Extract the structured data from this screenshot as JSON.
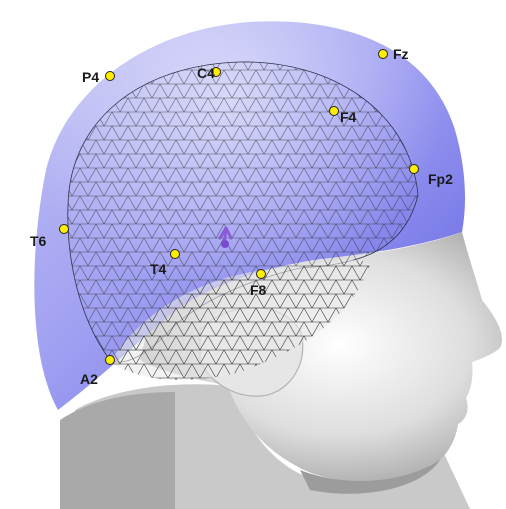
{
  "image": {
    "subject": "head-model-eeg-electrodes",
    "colors": {
      "background": "#ffffff",
      "head_surface": "#d8d8d8",
      "head_shadow": "#9a9a9a",
      "scalp_overlay": "#6a6ae8",
      "mesh_lines": "#222222",
      "electrode": "#ffee00",
      "electrode_outline": "#222222",
      "dipole_marker": "#8a5ad8"
    }
  },
  "electrodes": [
    {
      "id": "Fz",
      "label": "Fz"
    },
    {
      "id": "C4",
      "label": "C4"
    },
    {
      "id": "P4",
      "label": "P4"
    },
    {
      "id": "F4",
      "label": "F4"
    },
    {
      "id": "Fp2",
      "label": "Fp2"
    },
    {
      "id": "T6",
      "label": "T6"
    },
    {
      "id": "T4",
      "label": "T4"
    },
    {
      "id": "F8",
      "label": "F8"
    },
    {
      "id": "A2",
      "label": "A2"
    }
  ]
}
